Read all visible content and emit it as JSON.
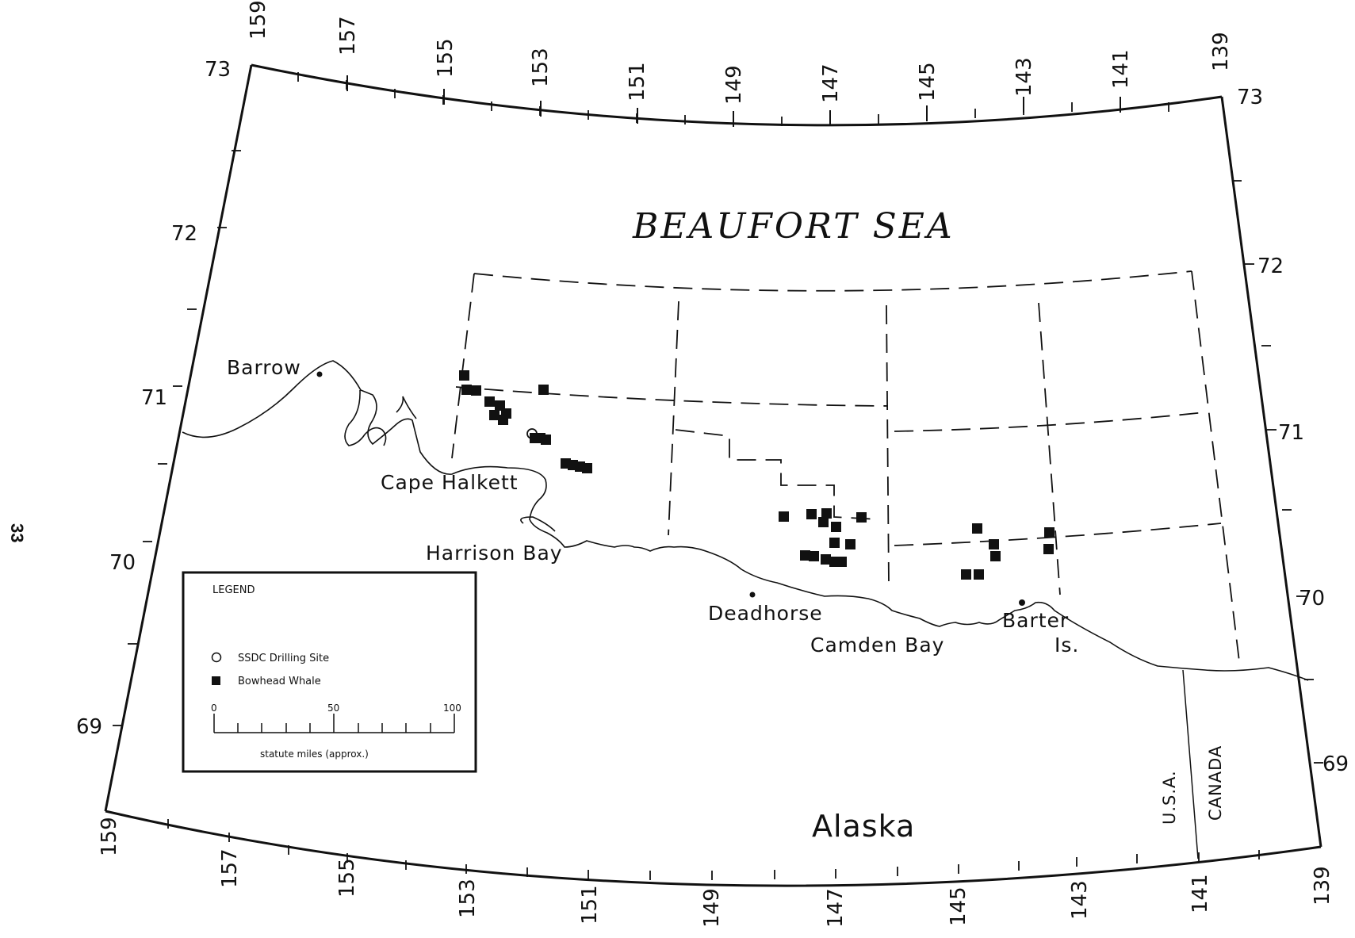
{
  "page_number": "33",
  "title": "BEAUFORT SEA",
  "region_label": "Alaska",
  "country_labels": {
    "usa": "U.S.A.",
    "canada": "CANADA"
  },
  "place_names": {
    "barrow": "Barrow",
    "cape_halkett": "Cape Halkett",
    "harrison_bay": "Harrison Bay",
    "deadhorse": "Deadhorse",
    "camden_bay": "Camden Bay",
    "barter": "Barter",
    "barter_is": "Is."
  },
  "top_longitudes": [
    "159",
    "157",
    "155",
    "153",
    "151",
    "149",
    "147",
    "145",
    "143",
    "141",
    "139"
  ],
  "bottom_longitudes": [
    "159",
    "157",
    "155",
    "153",
    "151",
    "149",
    "147",
    "145",
    "143",
    "141",
    "139"
  ],
  "left_latitudes": [
    "73",
    "72",
    "71",
    "70",
    "69"
  ],
  "right_latitudes": [
    "73",
    "72",
    "71",
    "70",
    "69"
  ],
  "legend": {
    "title": "LEGEND",
    "items": [
      {
        "symbol": "open-circle",
        "label": "SSDC Drilling Site"
      },
      {
        "symbol": "filled-square",
        "label": "Bowhead Whale"
      }
    ],
    "scale": {
      "ticks": [
        "0",
        "50",
        "100"
      ],
      "caption": "statute miles (approx.)"
    }
  },
  "colors": {
    "ink": "#111111",
    "background": "#ffffff"
  }
}
